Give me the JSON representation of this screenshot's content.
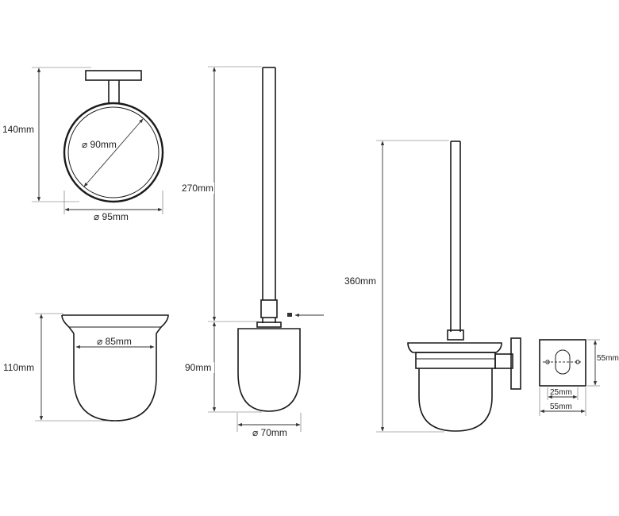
{
  "dimensions": {
    "holder_height": "140mm",
    "ring_inner_diameter": "⌀ 90mm",
    "ring_outer_diameter": "⌀ 95mm",
    "brush_handle_length": "270mm",
    "brush_head_height": "90mm",
    "brush_head_diameter": "⌀ 70mm",
    "cup_height": "110mm",
    "cup_diameter": "⌀ 85mm",
    "total_height": "360mm",
    "plate_height": "55mm",
    "plate_width": "55mm",
    "hole_spacing": "25mm"
  }
}
